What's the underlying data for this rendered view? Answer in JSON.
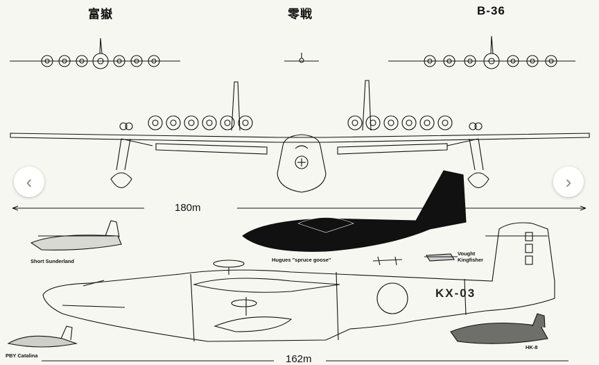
{
  "headers": {
    "left": "富嶽",
    "center": "零戦",
    "right": "B-36"
  },
  "dimensions": {
    "wingspan": "180m",
    "length": "162m"
  },
  "captions": {
    "sunderland": "Short Sunderland",
    "spruce_goose": "Hugues \"spruce goose\"",
    "vought_line1": "Vought",
    "vought_line2": "Kingfisher",
    "catalina": "PBY Catalina",
    "hk8": "HK-8"
  },
  "hull_code": "KX-03",
  "navigation": {
    "prev_icon": "chevron-left-icon",
    "next_icon": "chevron-right-icon"
  },
  "colors": {
    "background": "#f7f7f2",
    "ink": "#111111"
  }
}
